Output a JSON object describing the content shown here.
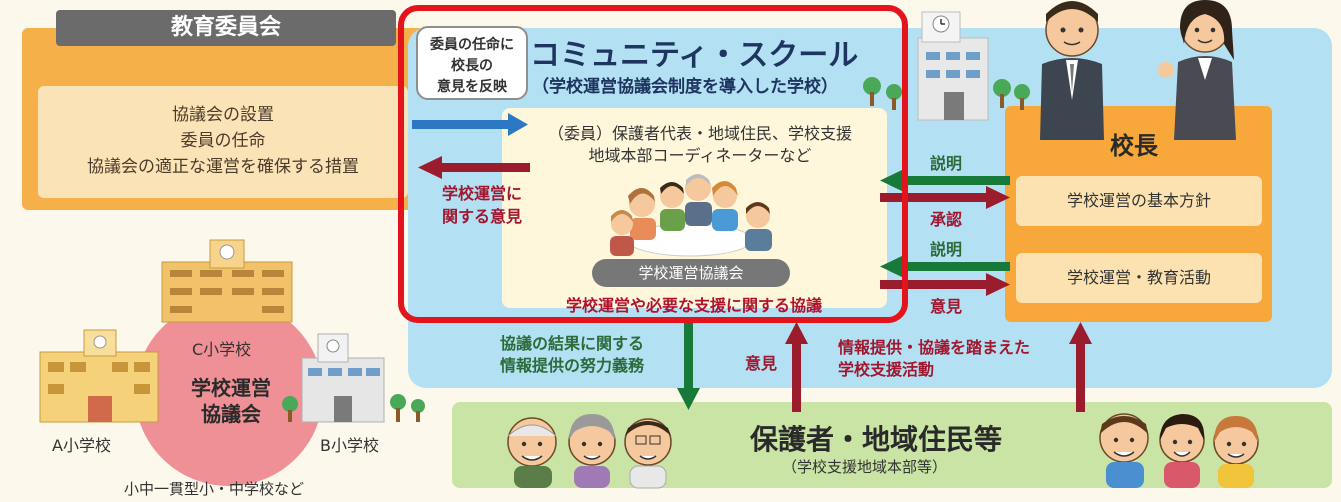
{
  "board": {
    "title": "教育委員会",
    "lines": [
      "協議会の設置",
      "委員の任命",
      "協議会の適正な運営を確保する措置"
    ]
  },
  "bubble": {
    "lines": [
      "委員の任命に",
      "校長の",
      "意見を反映"
    ]
  },
  "community_school": {
    "title": "コミュニティ・スクール",
    "subtitle": "（学校運営協議会制度を導入した学校）",
    "members_line1": "（委員）保護者代表・地域住民、学校支援",
    "members_line2": "地域本部コーディネーターなど",
    "council_label": "学校運営協議会",
    "council_desc": "学校運営や必要な支援に関する協議"
  },
  "opinion_to_board": {
    "lines": [
      "学校運営に",
      "関する意見"
    ]
  },
  "principal": {
    "title": "校長",
    "policy": "学校運営の基本方針",
    "activity": "学校運営・教育活動"
  },
  "flows": {
    "explain1": "説明",
    "approve": "承認",
    "explain2": "説明",
    "opinion": "意見",
    "result_lines": [
      "協議の結果に関する",
      "情報提供の努力義務"
    ],
    "guardian_opinion": "意見",
    "support_lines": [
      "情報提供・協議を踏まえた",
      "学校支援活動"
    ]
  },
  "guardians": {
    "title": "保護者・地域住民等",
    "subtitle": "（学校支援地域本部等）"
  },
  "cluster": {
    "school_c": "C小学校",
    "school_a": "A小学校",
    "school_b": "B小学校",
    "council_lines": [
      "学校運営",
      "協議会"
    ],
    "caption": "小中一貫型小・中学校など"
  },
  "colors": {
    "arrow_blue": "#2c78c4",
    "arrow_red": "#9b1c2c",
    "arrow_green": "#177a3a",
    "frame_red": "#e4141c"
  }
}
